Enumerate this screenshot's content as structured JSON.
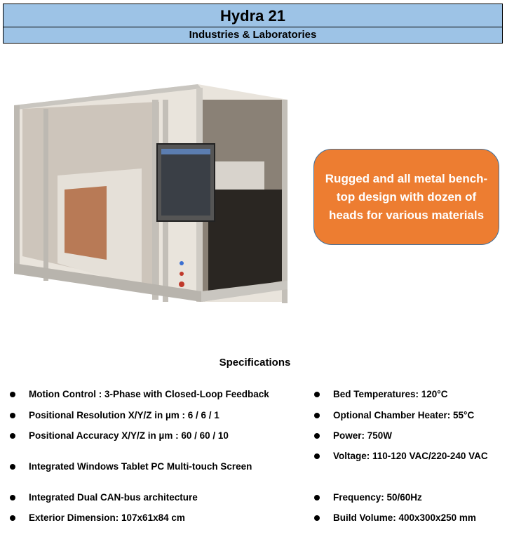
{
  "header": {
    "title": "Hydra 21",
    "subtitle": "Industries & Laboratories",
    "background_color": "#9dc3e6"
  },
  "photo": {
    "alt": "Hydra 21 enclosed 3D printer with aluminum frame, glass panels and attached tablet PC"
  },
  "callout": {
    "text": "Rugged and all metal bench-top design with dozen of heads for various materials",
    "background_color": "#ed7d31",
    "border_color": "#41719c"
  },
  "specifications": {
    "title": "Specifications",
    "left": [
      "Motion Control : 3-Phase with Closed-Loop Feedback",
      "Positional Resolution X/Y/Z in µm : 6 / 6 / 1",
      "Positional Accuracy X/Y/Z in µm : 60 / 60 / 10",
      "Integrated Windows Tablet PC Multi-touch Screen",
      "Integrated Dual CAN-bus architecture",
      "Exterior Dimension: 107x61x84 cm"
    ],
    "right": [
      "Bed Temperatures: 120°C",
      "Optional Chamber Heater: 55°C",
      "Power: 750W",
      "Voltage:  110-120 VAC/220-240 VAC",
      "Frequency: 50/60Hz",
      "Build Volume: 400x300x250 mm"
    ]
  }
}
